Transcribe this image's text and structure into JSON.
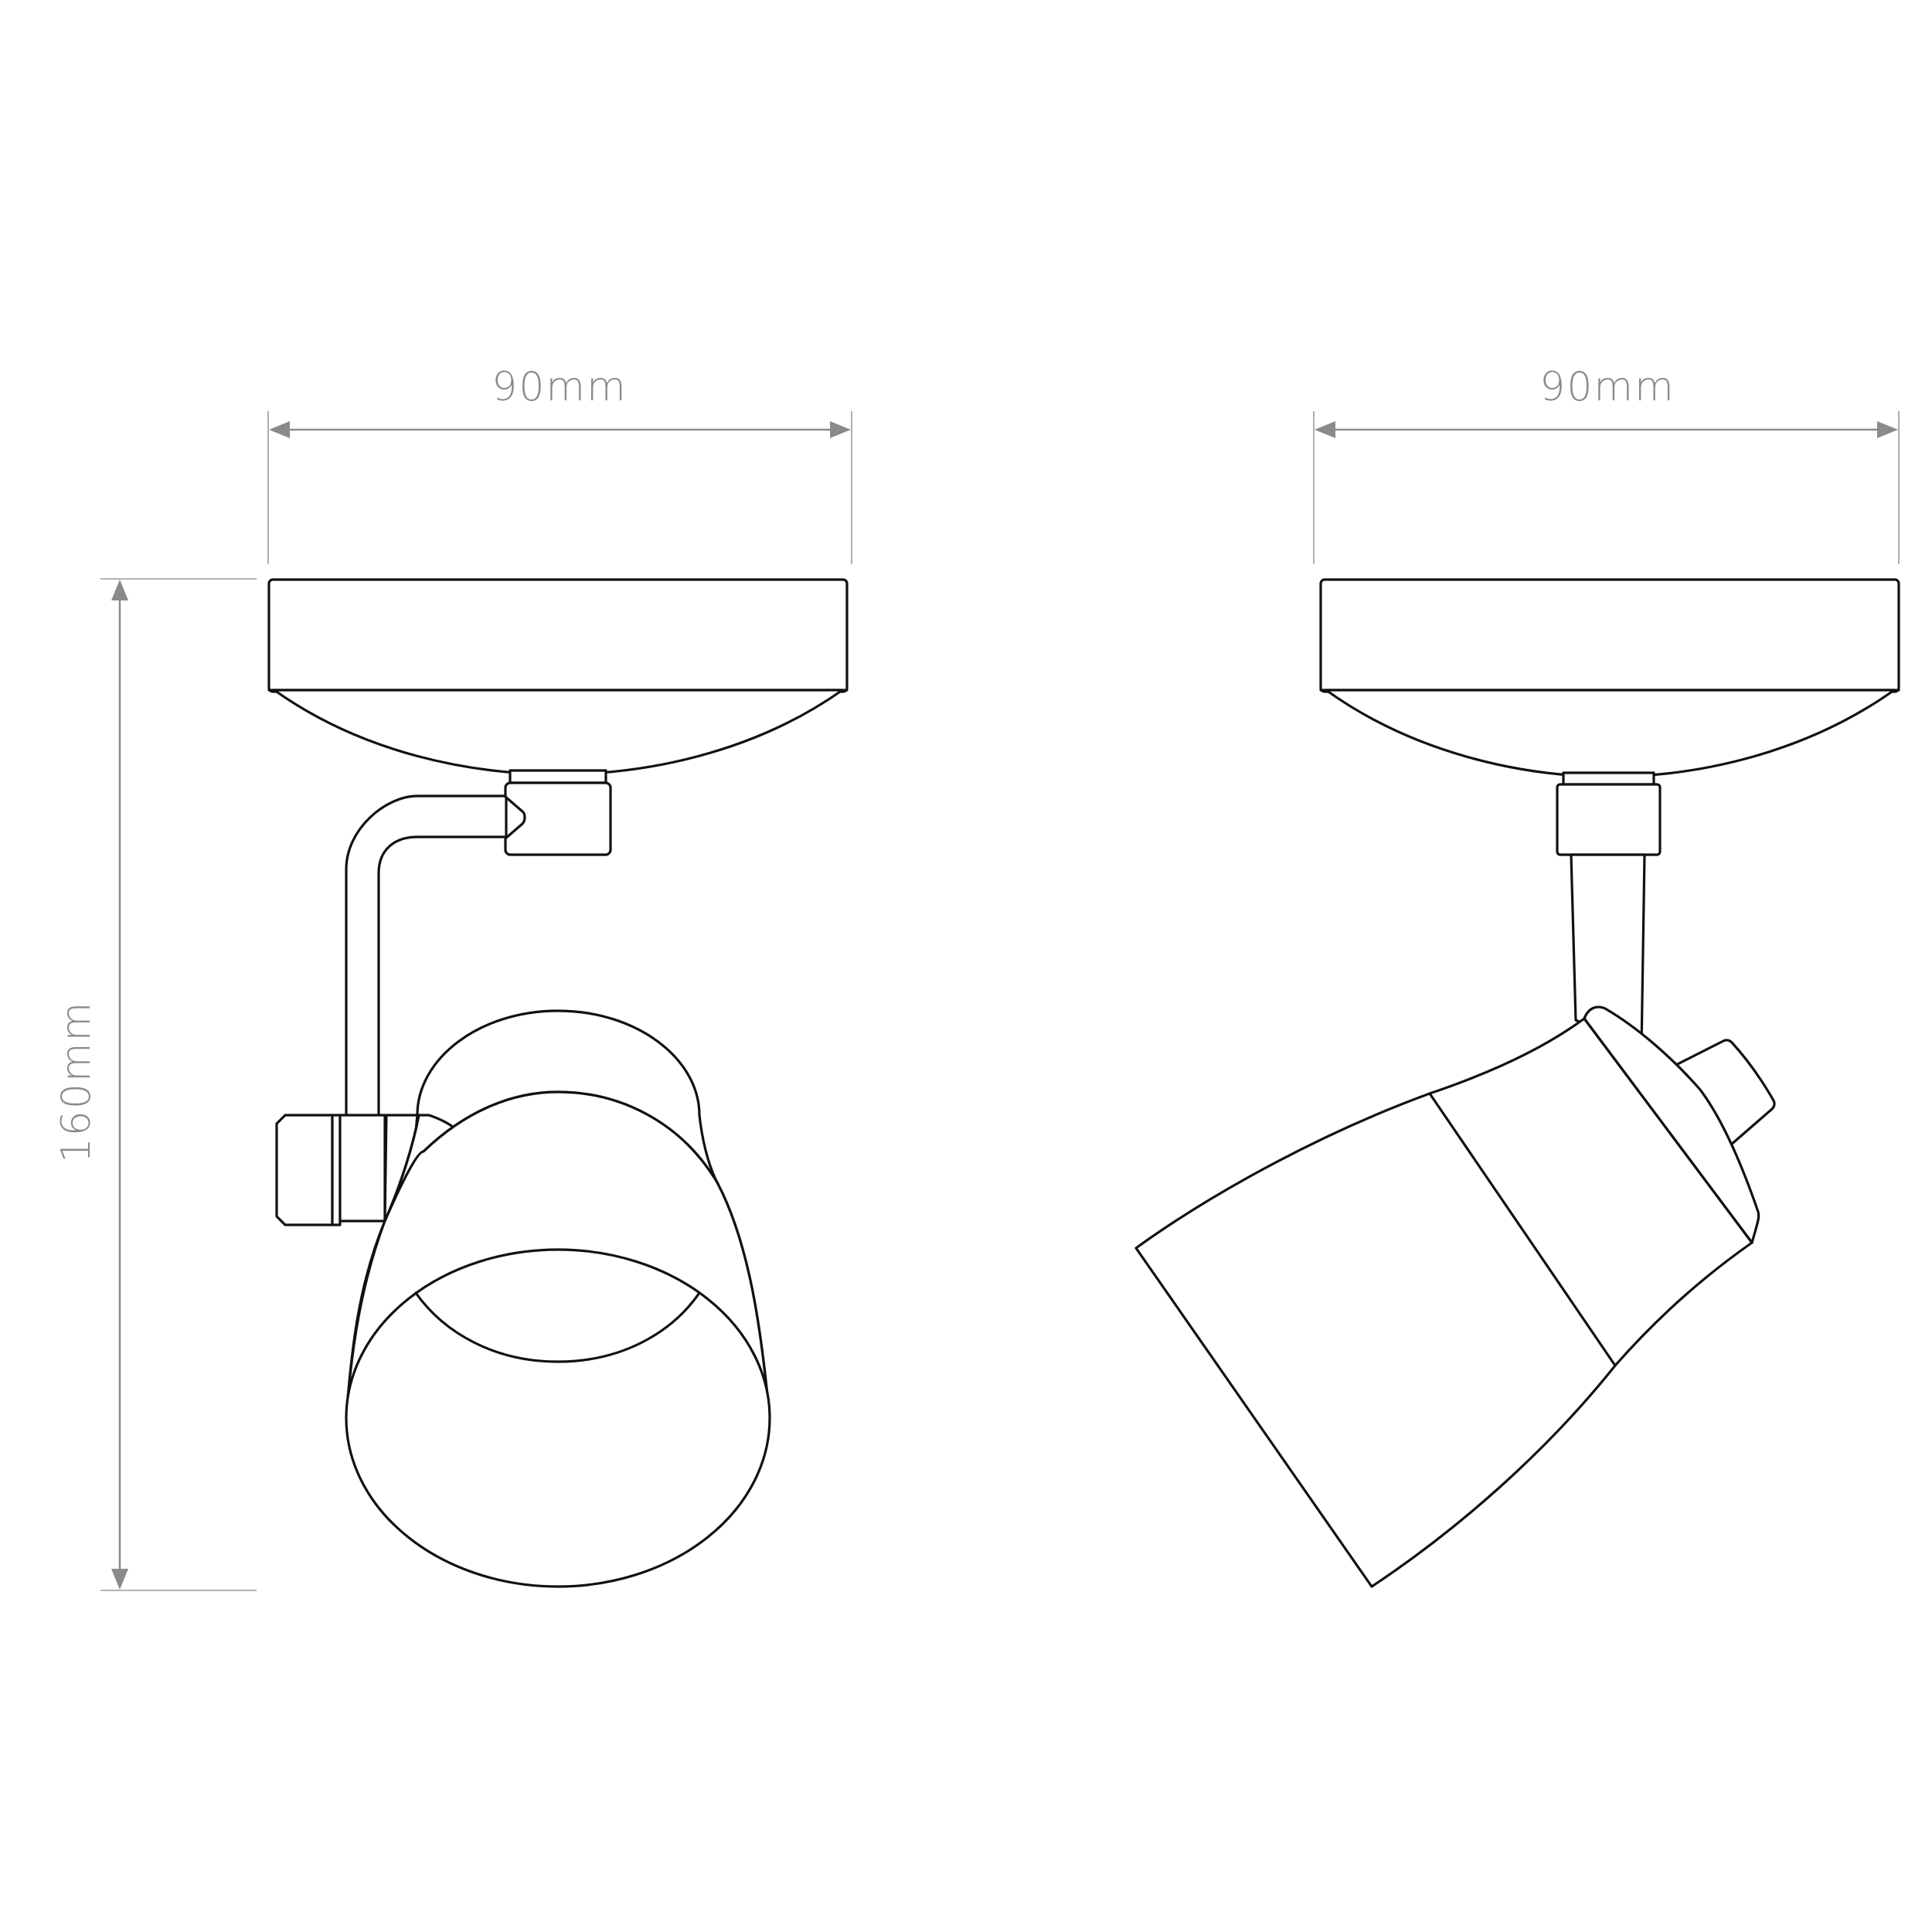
{
  "dimensions": {
    "front_width": "90mm",
    "side_width": "90mm",
    "height": "160mm"
  },
  "colors": {
    "dimension": "#8a8a8a",
    "outline": "#111111",
    "background": "#ffffff"
  }
}
